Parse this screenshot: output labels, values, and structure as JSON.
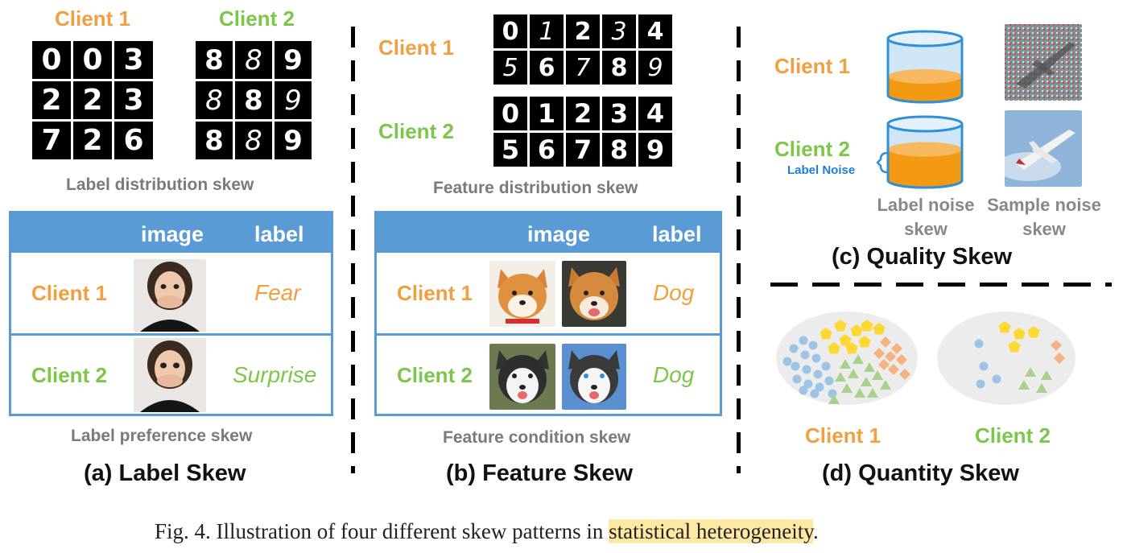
{
  "panel_a": {
    "client1": "Client 1",
    "client2": "Client 2",
    "client1_digits": [
      "0",
      "0",
      "3",
      "2",
      "2",
      "3",
      "7",
      "2",
      "6"
    ],
    "client2_digits": [
      "8",
      "8",
      "9",
      "8",
      "8",
      "9",
      "8",
      "8",
      "9"
    ],
    "digits_caption": "Label distribution skew",
    "table": {
      "col_image": "image",
      "col_label": "label",
      "rows": [
        {
          "client": "Client 1",
          "label": "Fear"
        },
        {
          "client": "Client 2",
          "label": "Surprise"
        }
      ]
    },
    "table_caption": "Label preference skew",
    "title": "(a) Label Skew"
  },
  "panel_b": {
    "client1": "Client 1",
    "client2": "Client 2",
    "client1_digits": [
      "0",
      "1",
      "2",
      "3",
      "4",
      "5",
      "6",
      "7",
      "8",
      "9"
    ],
    "client2_digits": [
      "0",
      "1",
      "2",
      "3",
      "4",
      "5",
      "6",
      "7",
      "8",
      "9"
    ],
    "digits_caption": "Feature distribution skew",
    "table": {
      "col_image": "image",
      "col_label": "label",
      "rows": [
        {
          "client": "Client 1",
          "label": "Dog"
        },
        {
          "client": "Client 2",
          "label": "Dog"
        }
      ]
    },
    "table_caption": "Feature condition skew",
    "title": "(b) Feature Skew"
  },
  "panel_c": {
    "client1": "Client 1",
    "client2": "Client 2",
    "label_noise_tag": "Label Noise",
    "label_noise_skew": [
      "Label noise",
      "skew"
    ],
    "sample_noise_skew": [
      "Sample noise",
      "skew"
    ],
    "title": "(c) Quality Skew",
    "client1_fill": 0.33,
    "client2_fill": 0.55
  },
  "panel_d": {
    "client1": "Client 1",
    "client2": "Client 2",
    "title": "(d) Quantity Skew"
  },
  "caption": {
    "prefix": "Fig. 4.  Illustration of four different skew patterns in ",
    "highlight": "statistical heterogeneity",
    "suffix": "."
  },
  "colors": {
    "orange": "#f0a040",
    "green": "#7cc64a",
    "blue_table": "#5b9bd5",
    "pentagon": "#fdd835",
    "circle": "#9dc3e6",
    "triangle": "#a9d18e",
    "diamond": "#f4b183"
  }
}
